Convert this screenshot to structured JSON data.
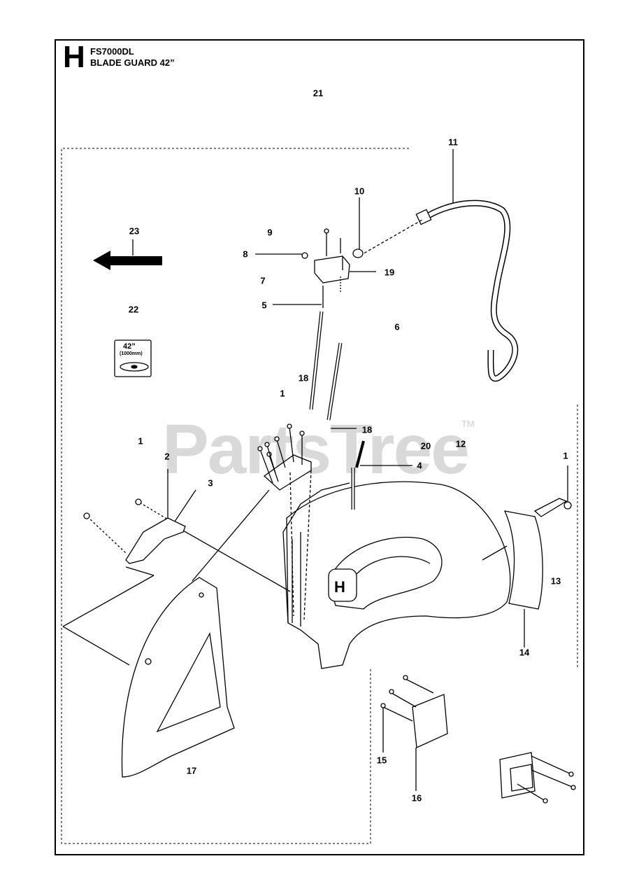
{
  "header": {
    "section_letter": "H",
    "model": "FS7000DL",
    "title": "BLADE GUARD 42”"
  },
  "blade_badge": {
    "size": "42”",
    "size_mm": "(1000mm)"
  },
  "watermark": {
    "text": "PartsTree",
    "trademark": "TM"
  },
  "callouts": [
    {
      "id": "c21",
      "label": "21"
    },
    {
      "id": "c11",
      "label": "11"
    },
    {
      "id": "c10",
      "label": "10"
    },
    {
      "id": "c23",
      "label": "23"
    },
    {
      "id": "c9",
      "label": "9"
    },
    {
      "id": "c8",
      "label": "8"
    },
    {
      "id": "c19",
      "label": "19"
    },
    {
      "id": "c7",
      "label": "7"
    },
    {
      "id": "c5",
      "label": "5"
    },
    {
      "id": "c6",
      "label": "6"
    },
    {
      "id": "c22",
      "label": "22"
    },
    {
      "id": "c18a",
      "label": "18"
    },
    {
      "id": "c1a",
      "label": "1"
    },
    {
      "id": "c18b",
      "label": "18"
    },
    {
      "id": "c1b",
      "label": "1"
    },
    {
      "id": "c20",
      "label": "20"
    },
    {
      "id": "c12",
      "label": "12"
    },
    {
      "id": "c2",
      "label": "2"
    },
    {
      "id": "c4",
      "label": "4"
    },
    {
      "id": "c1c",
      "label": "1"
    },
    {
      "id": "c3",
      "label": "3"
    },
    {
      "id": "c13",
      "label": "13"
    },
    {
      "id": "c14",
      "label": "14"
    },
    {
      "id": "c15",
      "label": "15"
    },
    {
      "id": "c17",
      "label": "17"
    },
    {
      "id": "c16",
      "label": "16"
    }
  ]
}
